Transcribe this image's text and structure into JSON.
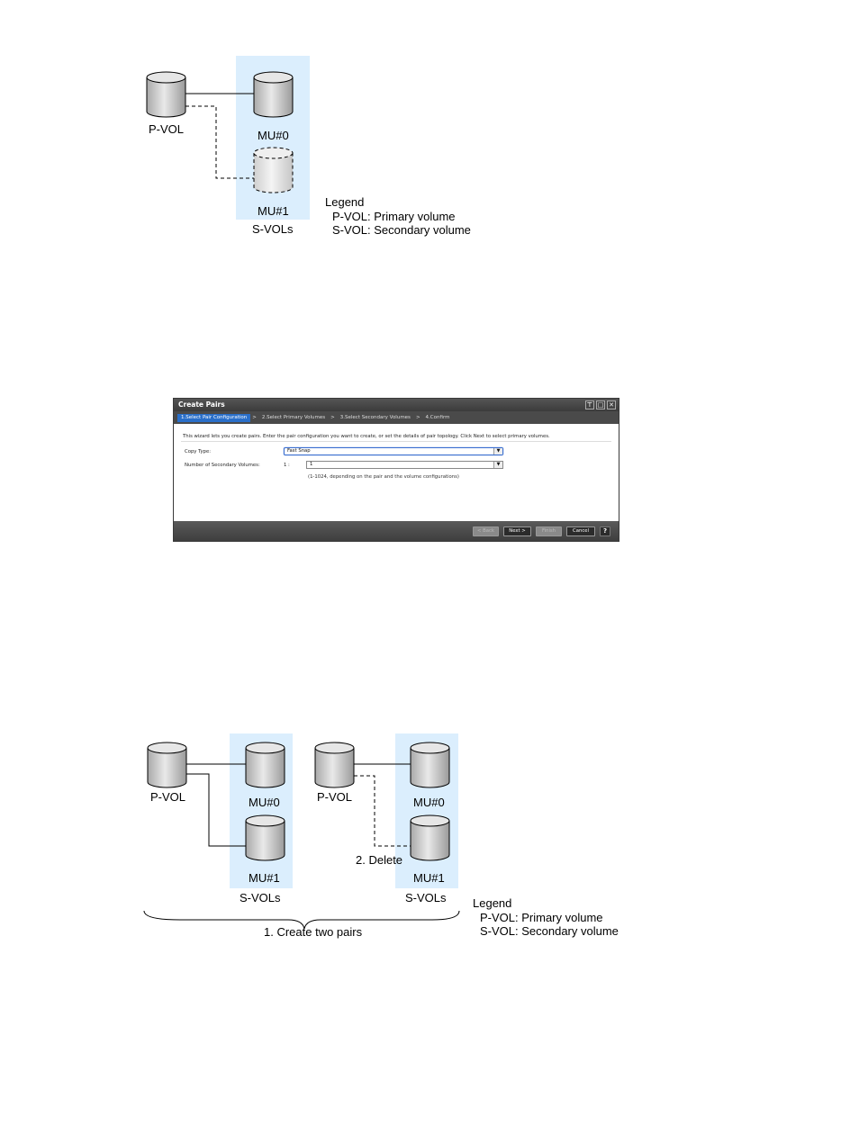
{
  "diagram1": {
    "pvol_label": "P-VOL",
    "mu0_label": "MU#0",
    "mu1_label": "MU#1",
    "svols_label": "S-VOLs",
    "legend": {
      "title": "Legend",
      "line1": "P-VOL: Primary volume",
      "line2": "S-VOL: Secondary volume"
    }
  },
  "dialog": {
    "title": "Create Pairs",
    "title_buttons": [
      "pin",
      "maximize",
      "close"
    ],
    "steps": [
      {
        "label": "1.Select Pair Configuration",
        "active": true
      },
      {
        "label": "2.Select Primary Volumes",
        "active": false
      },
      {
        "label": "3.Select Secondary Volumes",
        "active": false
      },
      {
        "label": "4.Confirm",
        "active": false
      }
    ],
    "step_separator": ">",
    "description": "This wizard lets you create pairs. Enter the pair configuration you want to create, or set the details of pair topology. Click Next to select primary volumes.",
    "copy_type_label": "Copy Type:",
    "copy_type_value": "Fast Snap",
    "num_svol_label": "Number of Secondary Volumes:",
    "num_svol_prefix": "1 :",
    "num_svol_value": "1",
    "num_svol_hint": "(1-1024, depending on the pair and the volume configurations)",
    "buttons": {
      "back": "< Back",
      "next": "Next >",
      "finish": "Finish",
      "cancel": "Cancel",
      "help": "?"
    }
  },
  "diagram2": {
    "left": {
      "pvol_label": "P-VOL",
      "mu0_label": "MU#0",
      "mu1_label": "MU#1",
      "svols_label": "S-VOLs"
    },
    "right": {
      "pvol_label": "P-VOL",
      "mu0_label": "MU#0",
      "mu1_label": "MU#1",
      "svols_label": "S-VOLs",
      "delete_label": "2. Delete"
    },
    "brace_label": "1. Create two pairs",
    "legend": {
      "title": "Legend",
      "line1": "P-VOL: Primary volume",
      "line2": "S-VOL: Secondary volume"
    }
  }
}
